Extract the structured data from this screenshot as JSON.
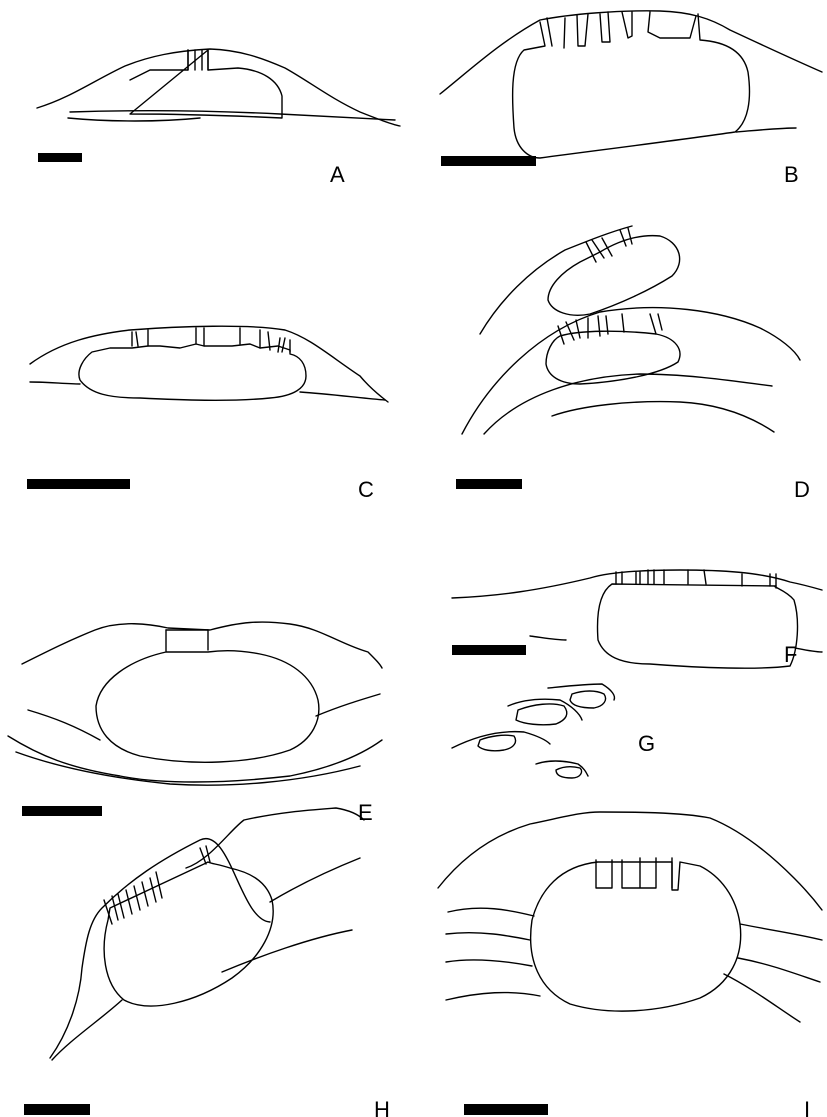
{
  "panels": [
    {
      "id": "A",
      "label": "A"
    },
    {
      "id": "B",
      "label": "B"
    },
    {
      "id": "C",
      "label": "C"
    },
    {
      "id": "D",
      "label": "D"
    },
    {
      "id": "E",
      "label": "E"
    },
    {
      "id": "F",
      "label": "F"
    },
    {
      "id": "G",
      "label": "G"
    },
    {
      "id": "H",
      "label": "H"
    },
    {
      "id": "I",
      "label": "I"
    }
  ],
  "colors": {
    "line": "#000000",
    "background": "#ffffff"
  }
}
